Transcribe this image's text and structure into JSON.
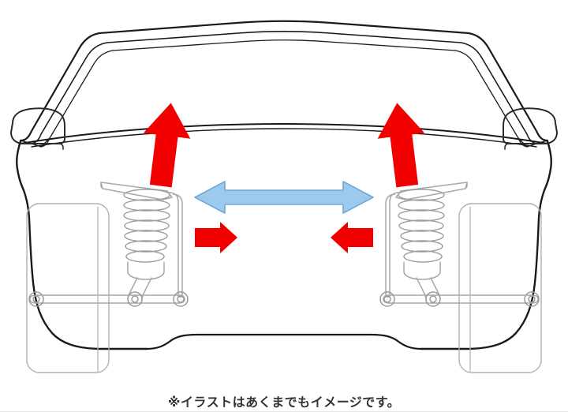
{
  "illustration": {
    "title": "car-front-suspension-diagram",
    "subject": "automobile front view with coil-over strut suspension",
    "background_color": "#ffffff",
    "body_outline_color": "#1a1a1a",
    "part_line_color": "#9a9a9a",
    "annotations": [
      {
        "id": "arrow-up-left",
        "type": "arrow",
        "direction": "up",
        "color": "#f20000",
        "meaning": "upward force at left strut tower"
      },
      {
        "id": "arrow-up-right",
        "type": "arrow",
        "direction": "up",
        "color": "#f20000",
        "meaning": "upward force at right strut tower"
      },
      {
        "id": "arrow-lateral-double",
        "type": "arrow",
        "direction": "left-right",
        "color": "#9dc9ec",
        "outline_color": "#6fa8d8",
        "meaning": "lateral rigidity across the chassis"
      },
      {
        "id": "arrow-inward-left",
        "type": "arrow",
        "direction": "right",
        "color": "#f20000",
        "meaning": "inward force from left wheel"
      },
      {
        "id": "arrow-inward-right",
        "type": "arrow",
        "direction": "left",
        "color": "#f20000",
        "meaning": "inward force from right wheel"
      }
    ],
    "parts": [
      {
        "id": "roof",
        "label": "roof and windshield frame"
      },
      {
        "id": "hood",
        "label": "hood line"
      },
      {
        "id": "mirror-left",
        "label": "left door mirror"
      },
      {
        "id": "mirror-right",
        "label": "right door mirror"
      },
      {
        "id": "wheel-left",
        "label": "left front wheel"
      },
      {
        "id": "wheel-right",
        "label": "right front wheel"
      },
      {
        "id": "spring-left",
        "label": "left coil spring"
      },
      {
        "id": "spring-right",
        "label": "right coil spring"
      },
      {
        "id": "strut-left",
        "label": "left strut shock absorber"
      },
      {
        "id": "strut-right",
        "label": "right strut shock absorber"
      },
      {
        "id": "control-arm-left",
        "label": "left lower control arm"
      },
      {
        "id": "control-arm-right",
        "label": "right lower control arm"
      },
      {
        "id": "subframe",
        "label": "front subframe cross member"
      }
    ]
  },
  "caption": {
    "text": "※イラストはあくまでもイメージです。"
  }
}
